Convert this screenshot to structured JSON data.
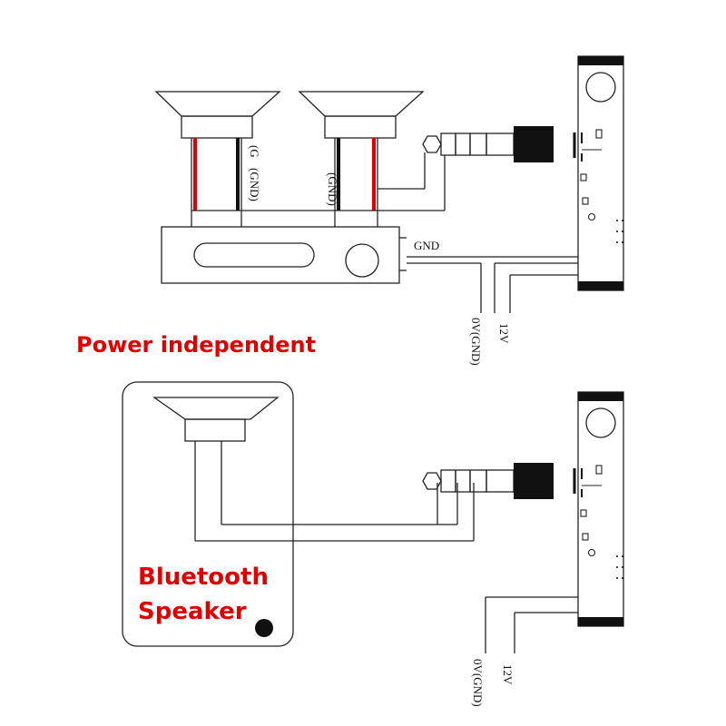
{
  "labels": {
    "gnd_wire_1": "(GND)",
    "gnd_wire_1_prefix": "(G",
    "gnd_wire_2": "(GND)",
    "gnd_main": "GND",
    "top_0v": "0V(GND)",
    "top_12v": "12V",
    "power_independent": "Power independent",
    "bluetooth_line1": "Bluetooth",
    "bluetooth_line2": "Speaker",
    "bottom_0v": "0V(GND)",
    "bottom_12v": "12V"
  },
  "colors": {
    "accent_red": "#e00000",
    "wire": "#222222",
    "speaker_wire_red": "#e00000"
  }
}
